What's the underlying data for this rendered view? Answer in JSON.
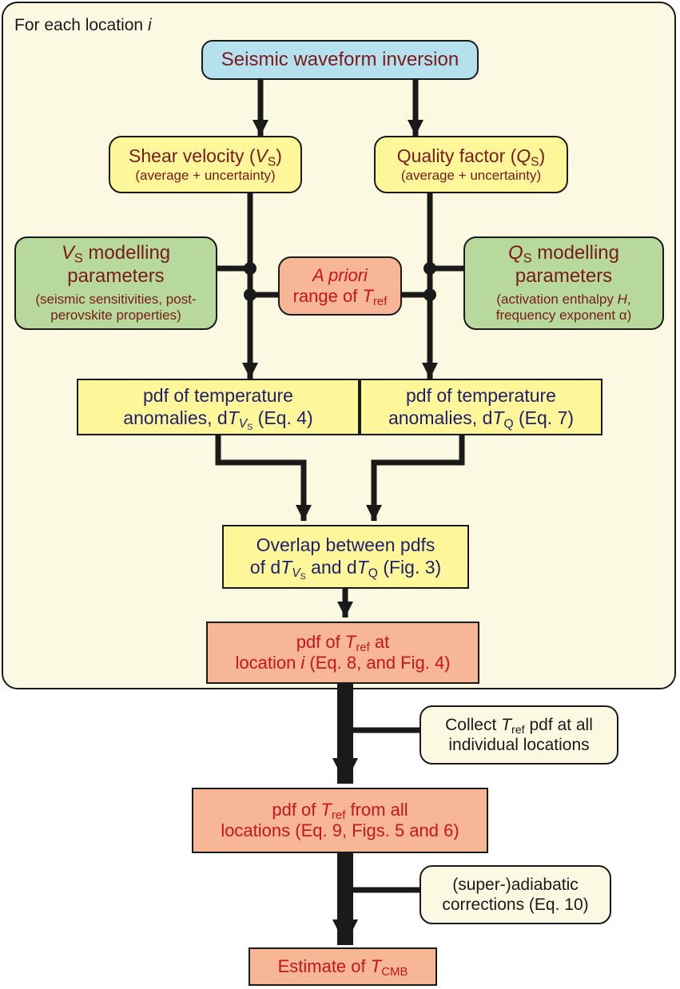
{
  "frame": {
    "caption": "For each location i"
  },
  "nodes": {
    "inversion": {
      "line1": "Seismic waveform inversion"
    },
    "vs": {
      "line1": "Shear velocity (VS)",
      "line2": "(average + uncertainty)"
    },
    "qs": {
      "line1": "Quality factor (QS)",
      "line2": "(average + uncertainty)"
    },
    "vs_params": {
      "line1": "VS modelling",
      "line2": "parameters",
      "line3": "(seismic sensitivities, post-perovskite properties)"
    },
    "tref_prior": {
      "line1": "A priori",
      "line2": "range of Tref"
    },
    "qs_params": {
      "line1": "QS modelling",
      "line2": "parameters",
      "line3": "(activation enthalpy H, frequency exponent α)"
    },
    "pdf_vs": {
      "line1": "pdf of temperature",
      "line2": "anomalies, dTVS (Eq. 4)"
    },
    "pdf_q": {
      "line1": "pdf of temperature",
      "line2": "anomalies, dTQ (Eq. 7)"
    },
    "overlap": {
      "line1": "Overlap between pdfs",
      "line2": "of dTVS and dTQ (Fig. 3)"
    },
    "pdf_loc": {
      "line1": "pdf of Tref at",
      "line2": "location i (Eq. 8, and Fig. 4)"
    },
    "collect": {
      "line1": "Collect Tref pdf at all",
      "line2": "individual locations"
    },
    "pdf_all": {
      "line1": "pdf of Tref from all",
      "line2": "locations (Eq. 9, Figs. 5 and 6)"
    },
    "corrections": {
      "line1": "(super-)adiabatic",
      "line2": "corrections (Eq. 10)"
    },
    "estimate": {
      "line1": "Estimate of TCMB"
    }
  },
  "colors": {
    "frame_fill": "#fcf9e3",
    "blue_box": "#b5e1ee",
    "yellow_box": "#fdf79a",
    "green_box": "#b7d99d",
    "salmon_box": "#f7b797",
    "maroon_text": "#7a1a1a",
    "navy_text": "#1f1f6e",
    "red_text": "#c8141e",
    "line": "#1a1a1a"
  }
}
